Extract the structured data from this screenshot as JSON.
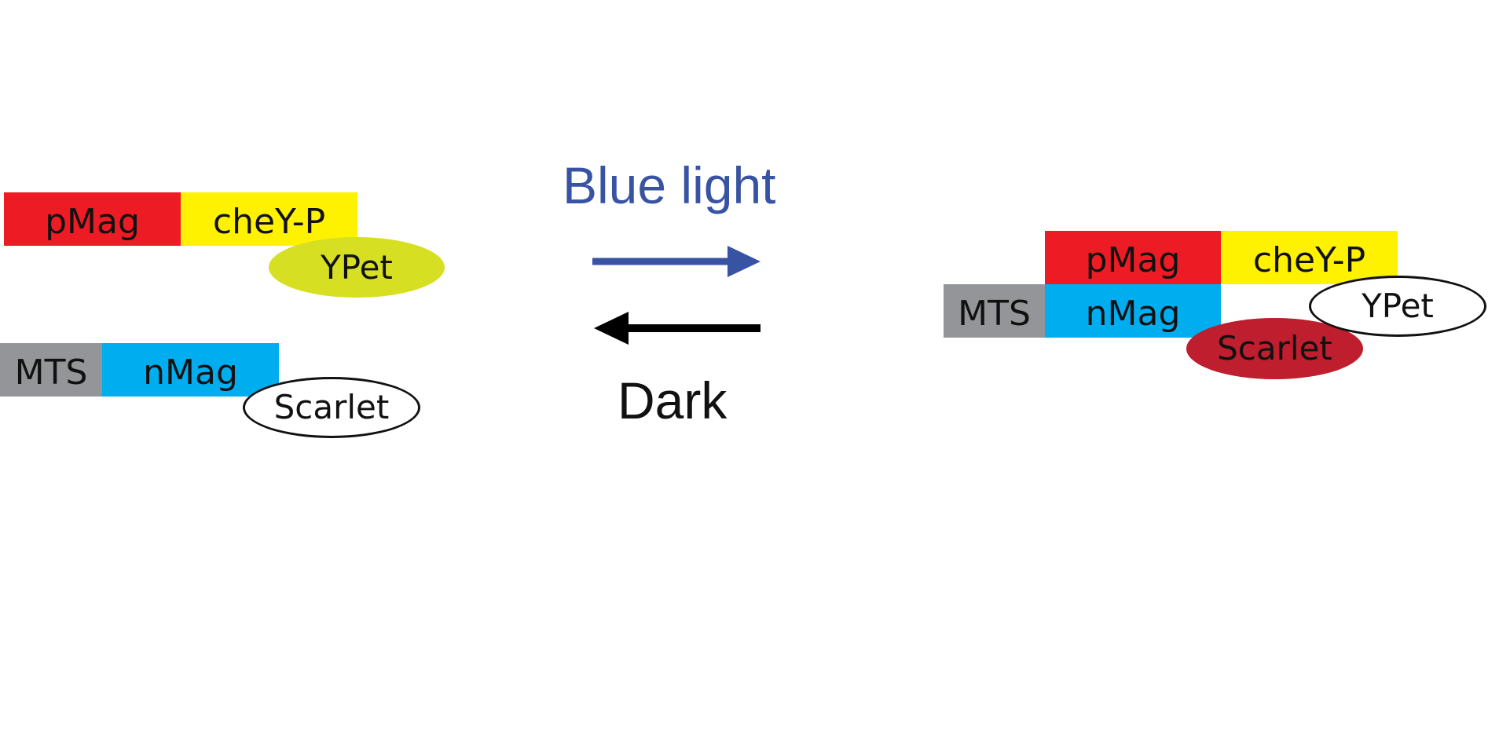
{
  "colors": {
    "pmag": "#ed1c24",
    "chey": "#fff200",
    "ypet_fill": "#d7df23",
    "mts": "#939598",
    "nmag": "#00aeef",
    "scarlet_fill": "#be1e2d",
    "blue_arrow": "#3953a4",
    "black_arrow": "#000000",
    "text": "#111111"
  },
  "left": {
    "pmag": "pMag",
    "chey": "cheY-P",
    "ypet": "YPet",
    "mts": "MTS",
    "nmag": "nMag",
    "scarlet": "Scarlet"
  },
  "center": {
    "forward_label": "Blue light",
    "reverse_label": "Dark"
  },
  "right": {
    "pmag": "pMag",
    "chey": "cheY-P",
    "mts": "MTS",
    "nmag": "nMag",
    "ypet": "YPet",
    "scarlet": "Scarlet"
  }
}
